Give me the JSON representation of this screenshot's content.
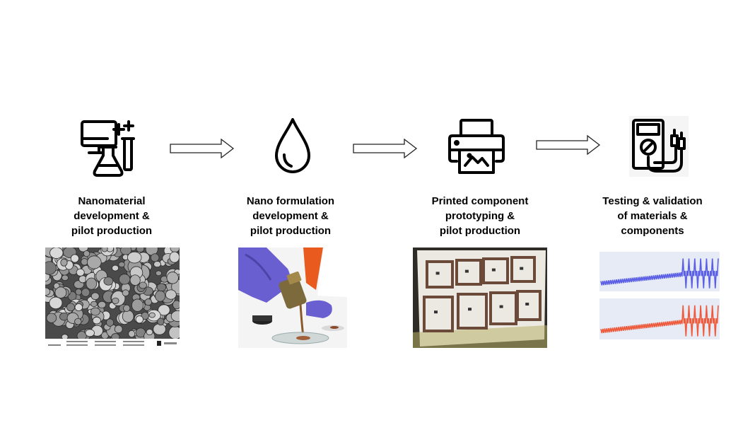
{
  "stages": [
    {
      "title": "Nanomaterial\ndevelopment &\npilot production",
      "icon": "lab-computer-flask-icon",
      "image": "sem-micrograph"
    },
    {
      "title": "Nano formulation\ndevelopment &\npilot production",
      "icon": "drop-icon",
      "image": "pouring-ink-photo"
    },
    {
      "title": "Printed component\nprototyping  &\npilot production",
      "icon": "printer-icon",
      "image": "printed-components-photo"
    },
    {
      "title": "Testing & validation\nof materials &\ncomponents",
      "icon": "multimeter-icon",
      "image": "test-charts"
    }
  ],
  "colors": {
    "series_top": "#5b5fe6",
    "series_bottom": "#ef5a3c",
    "arrow_stroke": "#222222"
  }
}
